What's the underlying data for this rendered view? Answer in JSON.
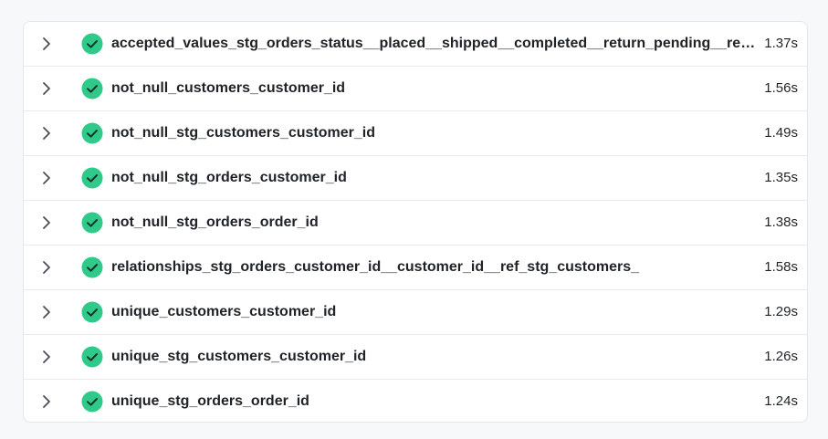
{
  "theme": {
    "success": "#2fc98a",
    "text": "#1f2328",
    "border": "#e8eaed"
  },
  "icons": {
    "expand": "chevron-right-icon",
    "status": "check-circle-icon"
  },
  "tests": [
    {
      "name": "accepted_values_stg_orders_status__placed__shipped__completed__return_pending__returned",
      "duration": "1.37s"
    },
    {
      "name": "not_null_customers_customer_id",
      "duration": "1.56s"
    },
    {
      "name": "not_null_stg_customers_customer_id",
      "duration": "1.49s"
    },
    {
      "name": "not_null_stg_orders_customer_id",
      "duration": "1.35s"
    },
    {
      "name": "not_null_stg_orders_order_id",
      "duration": "1.38s"
    },
    {
      "name": "relationships_stg_orders_customer_id__customer_id__ref_stg_customers_",
      "duration": "1.58s"
    },
    {
      "name": "unique_customers_customer_id",
      "duration": "1.29s"
    },
    {
      "name": "unique_stg_customers_customer_id",
      "duration": "1.26s"
    },
    {
      "name": "unique_stg_orders_order_id",
      "duration": "1.24s"
    }
  ]
}
